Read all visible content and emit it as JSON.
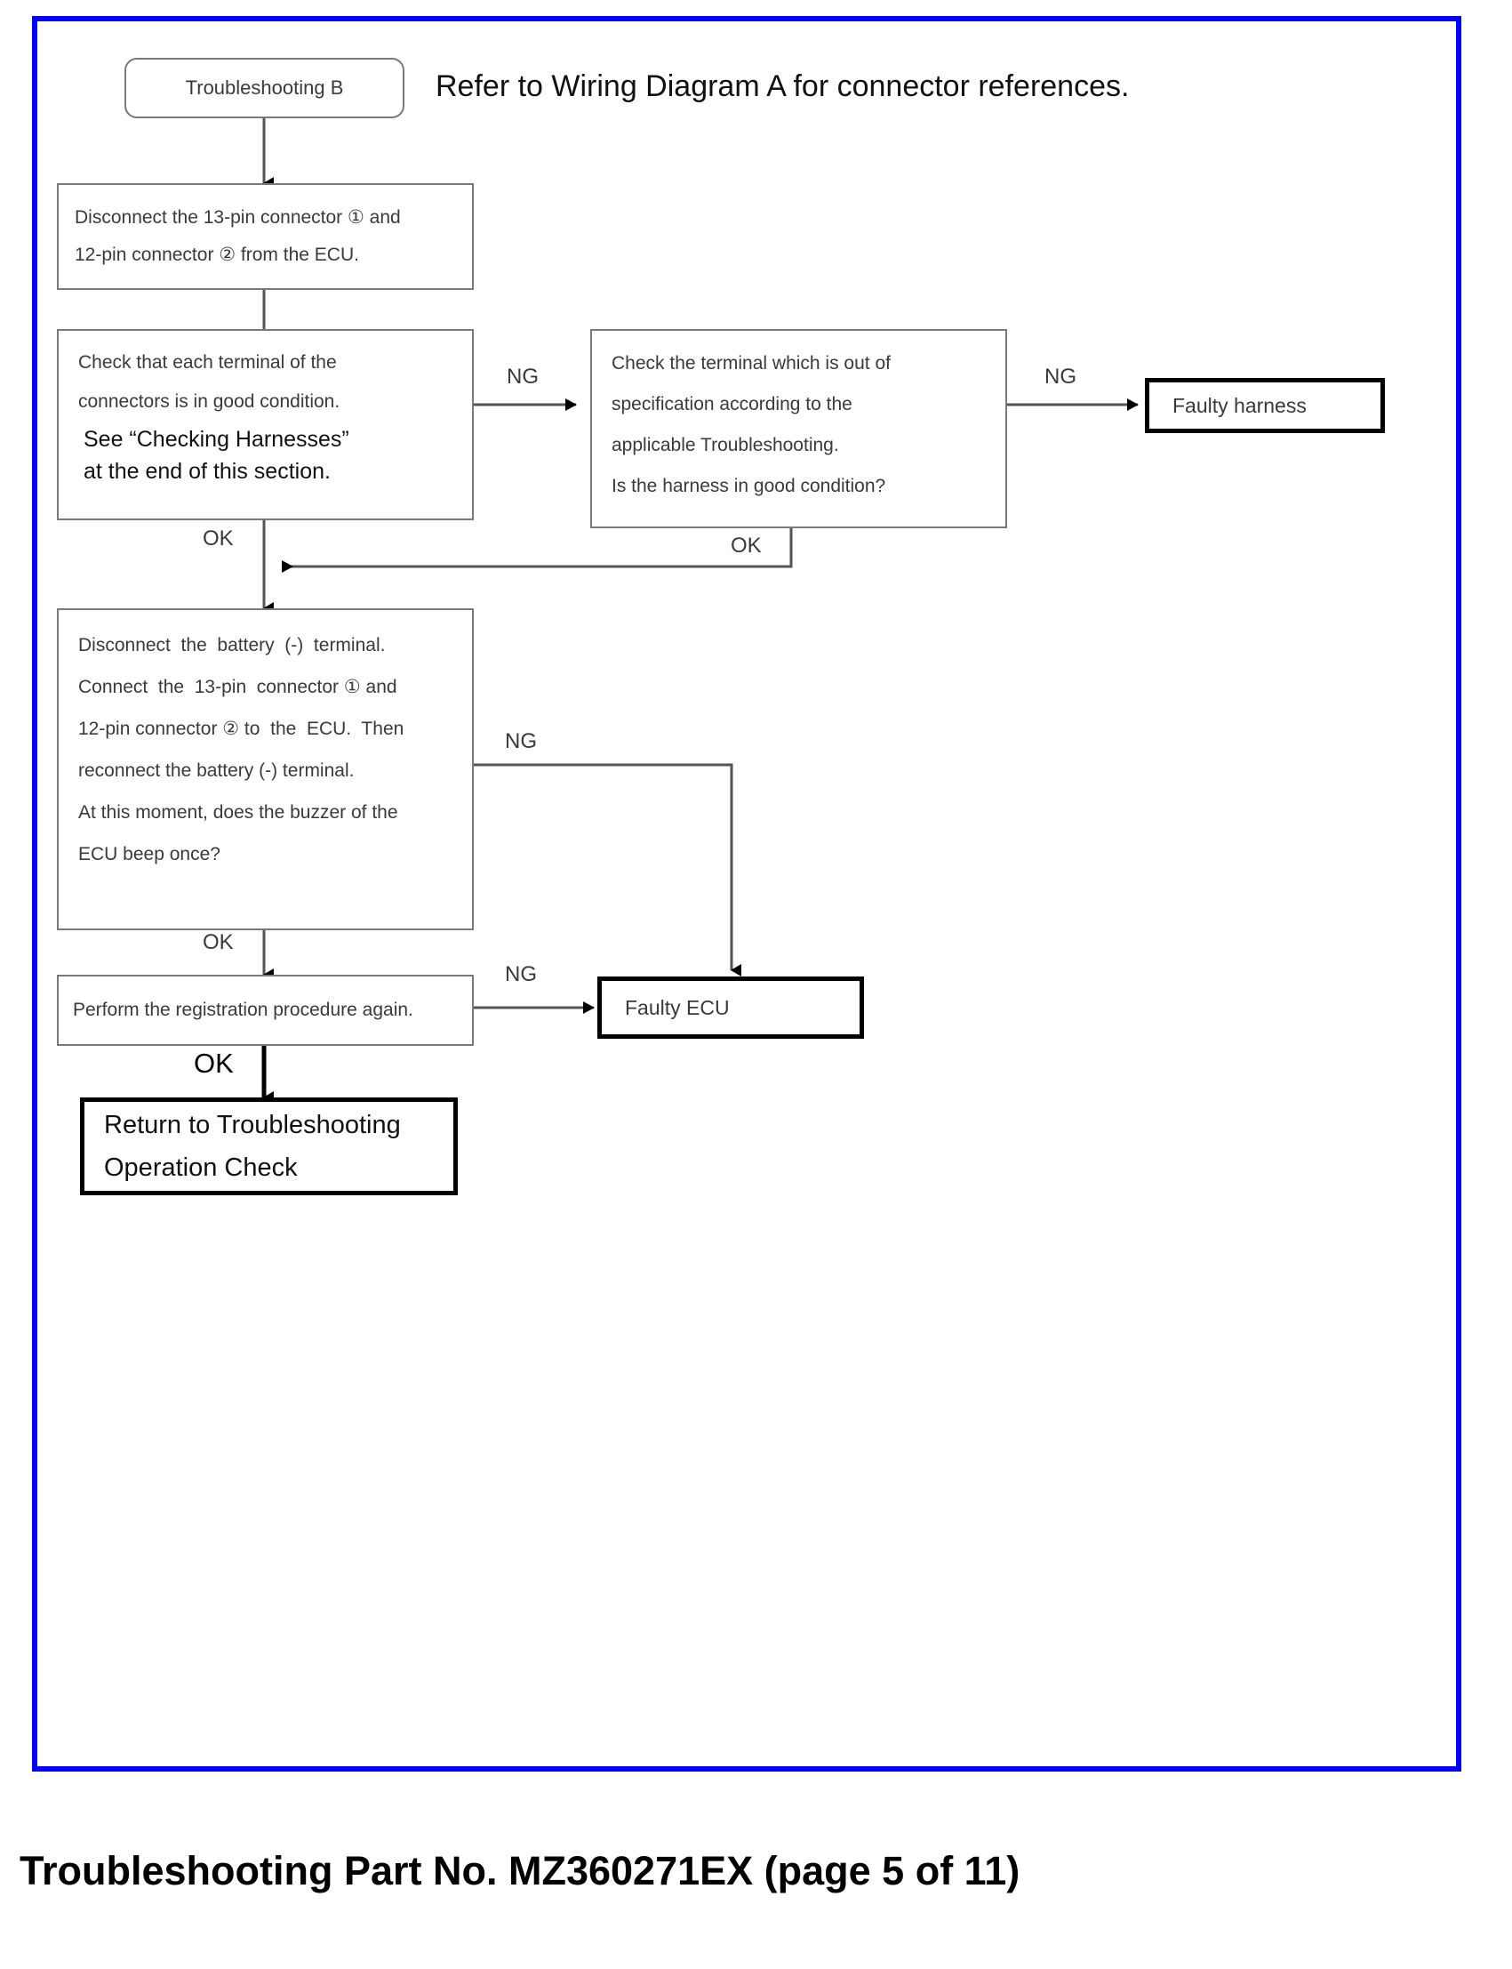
{
  "page": {
    "frame_color": "#0000ff",
    "background": "#ffffff"
  },
  "header": {
    "note": "Refer to Wiring Diagram A for connector references."
  },
  "nodes": {
    "start": {
      "id": "start",
      "shape": "rounded",
      "label": "Troubleshooting B"
    },
    "disconnect_connectors": {
      "id": "disconnect-connectors",
      "shape": "process",
      "line1": "Disconnect the 13-pin connector ① and",
      "line2": "12-pin connector ② from the ECU."
    },
    "check_terminals": {
      "id": "check-terminals",
      "shape": "decision",
      "line1": "Check that each terminal of the",
      "line2": "connectors is in good condition.",
      "line3": "See “Checking Harnesses”",
      "line4": "at the end of this section."
    },
    "check_out_of_spec": {
      "id": "check-out-of-spec",
      "shape": "decision",
      "line1": "Check the terminal which is out of",
      "line2": "specification according to the",
      "line3": "applicable Troubleshooting.",
      "line4": "Is the harness in good condition?"
    },
    "faulty_harness": {
      "id": "faulty-harness",
      "shape": "terminal",
      "label": "Faulty harness"
    },
    "battery_reconnect": {
      "id": "battery-reconnect",
      "shape": "decision",
      "line1": "Disconnect  the  battery  (-)  terminal.",
      "line2": "Connect  the  13-pin  connector ① and",
      "line3": "12-pin connector ② to  the  ECU.  Then",
      "line4": "reconnect the battery (-) terminal.",
      "line5": "At this moment, does the buzzer of the",
      "line6": "ECU beep once?"
    },
    "registration_again": {
      "id": "registration-again",
      "shape": "decision",
      "label": "Perform the registration procedure again."
    },
    "faulty_ecu": {
      "id": "faulty-ecu",
      "shape": "terminal",
      "label": "Faulty ECU"
    },
    "return_to_check": {
      "id": "return-to-check",
      "shape": "terminal",
      "line1": "Return to Troubleshooting",
      "line2": "Operation Check"
    }
  },
  "edge_labels": {
    "ng_terminals_to_spec": "NG",
    "ng_spec_to_harness": "NG",
    "ok_terminals_down": "OK",
    "ok_spec_back": "OK",
    "ng_battery_to_ecu": "NG",
    "ok_battery_down": "OK",
    "ng_registration_to_ecu": "NG",
    "ok_registration_down": "OK"
  },
  "footer": {
    "caption": "Troubleshooting Part No. MZ360271EX (page 5 of 11)"
  }
}
